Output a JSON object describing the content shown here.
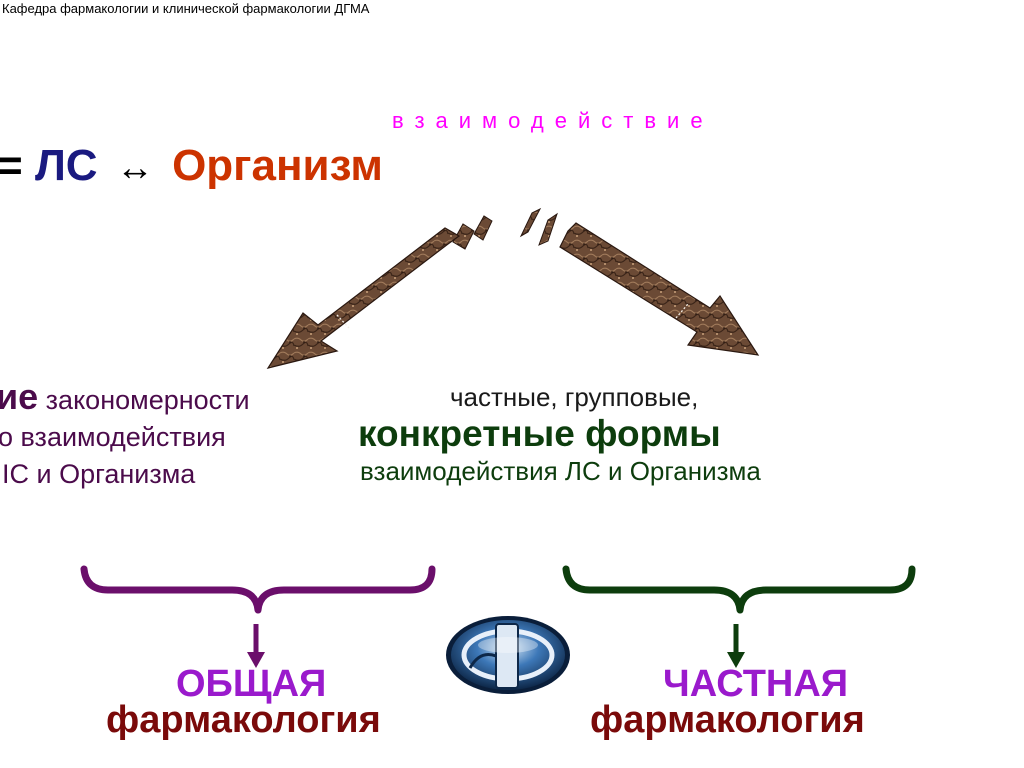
{
  "header": {
    "caption": "Кафедра фармакологии и клинической фармакологии  ДГМА"
  },
  "title": {
    "interaction": "взаимодействие",
    "eq": "=",
    "drug": "ЛС",
    "arrow": "↔",
    "organism": "Организм"
  },
  "left_block": {
    "strong": "ие",
    "line1_rest": "закономерности",
    "line2": "о взаимодействия",
    "line3": "ІС и Организма"
  },
  "right_block": {
    "line1": "частные, групповые,",
    "line2": "конкретные формы",
    "line3": "взаимодействия ЛС и Организма"
  },
  "labels": {
    "general_top": "ОБЩАЯ",
    "general_bottom": "фармакология",
    "special_top": "ЧАСТНАЯ",
    "special_bottom": "фармакология"
  },
  "colors": {
    "interaction": "#ff00ff",
    "drug": "#1a1a80",
    "organism": "#cc3300",
    "left_brace": "#6b0f6b",
    "right_brace": "#0d3d0d",
    "arrow_fill": "#6b4a35",
    "logo_blue": "#1f4e8c"
  },
  "icons": {
    "left_arrow": "brown-marble-arrow-down-left-icon",
    "right_arrow": "brown-marble-arrow-down-right-icon",
    "logo": "pharmacy-phi-logo-icon"
  }
}
